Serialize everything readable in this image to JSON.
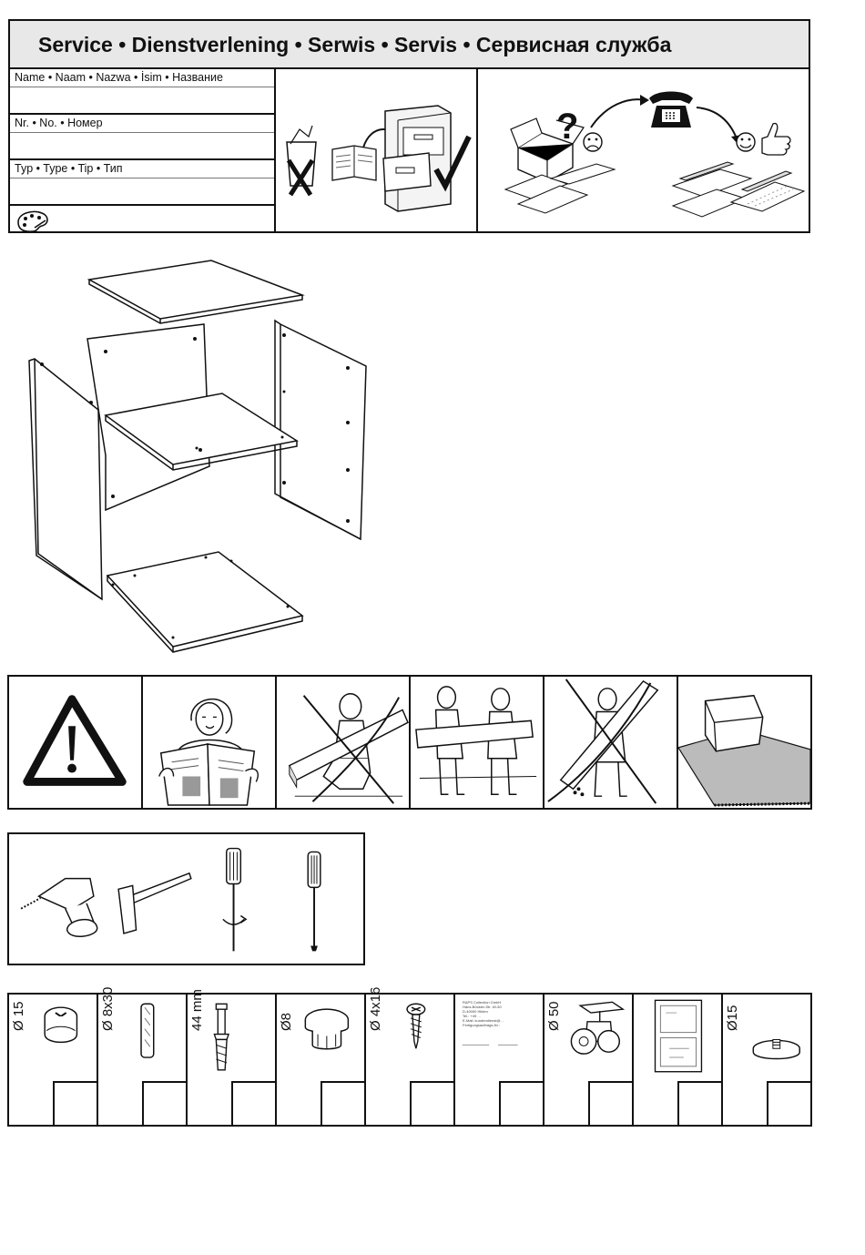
{
  "service": {
    "title": "Service • Dienstverlening • Serwis • Servis • Сервисная служба",
    "fields": [
      {
        "label": "Name • Naam • Nazwa • İsim • Название"
      },
      {
        "label": "Nr. • No. • Номер"
      },
      {
        "label": "Typ • Type • Tip • Тип"
      }
    ]
  },
  "parts": [
    {
      "label": "Ø 15",
      "icon": "cam-lock-icon"
    },
    {
      "label": "Ø 8x30",
      "icon": "wooden-dowel-icon"
    },
    {
      "label": "44 mm",
      "icon": "cam-bolt-icon"
    },
    {
      "label": "Ø8",
      "icon": "cover-cap-icon"
    },
    {
      "label": "Ø 4x16",
      "icon": "screw-icon"
    },
    {
      "label": "",
      "icon": "document-icon",
      "doc_lines": [
        "RAPS Collection GmbH",
        "Hans-Böckler-Str. 40-50",
        "D-40000 Hilden",
        "Tel.: +49 ...",
        "E-Mail: kundendienst@...",
        "Fertigungsauftrags-Nr.:"
      ]
    },
    {
      "label": "Ø 50",
      "icon": "castor-wheel-icon"
    },
    {
      "label": "",
      "icon": "assembly-sheet-icon"
    },
    {
      "label": "Ø15",
      "icon": "glide-foot-icon"
    }
  ],
  "tools": [
    "cordless-drill-icon",
    "hammer-icon",
    "phillips-screwdriver-icon",
    "flat-screwdriver-icon"
  ],
  "warnings": [
    "warning-triangle-icon",
    "read-instructions-icon",
    "no-lift-alone-icon",
    "two-person-lift-icon",
    "no-carry-alone-icon",
    "assemble-on-soft-surface-icon"
  ]
}
